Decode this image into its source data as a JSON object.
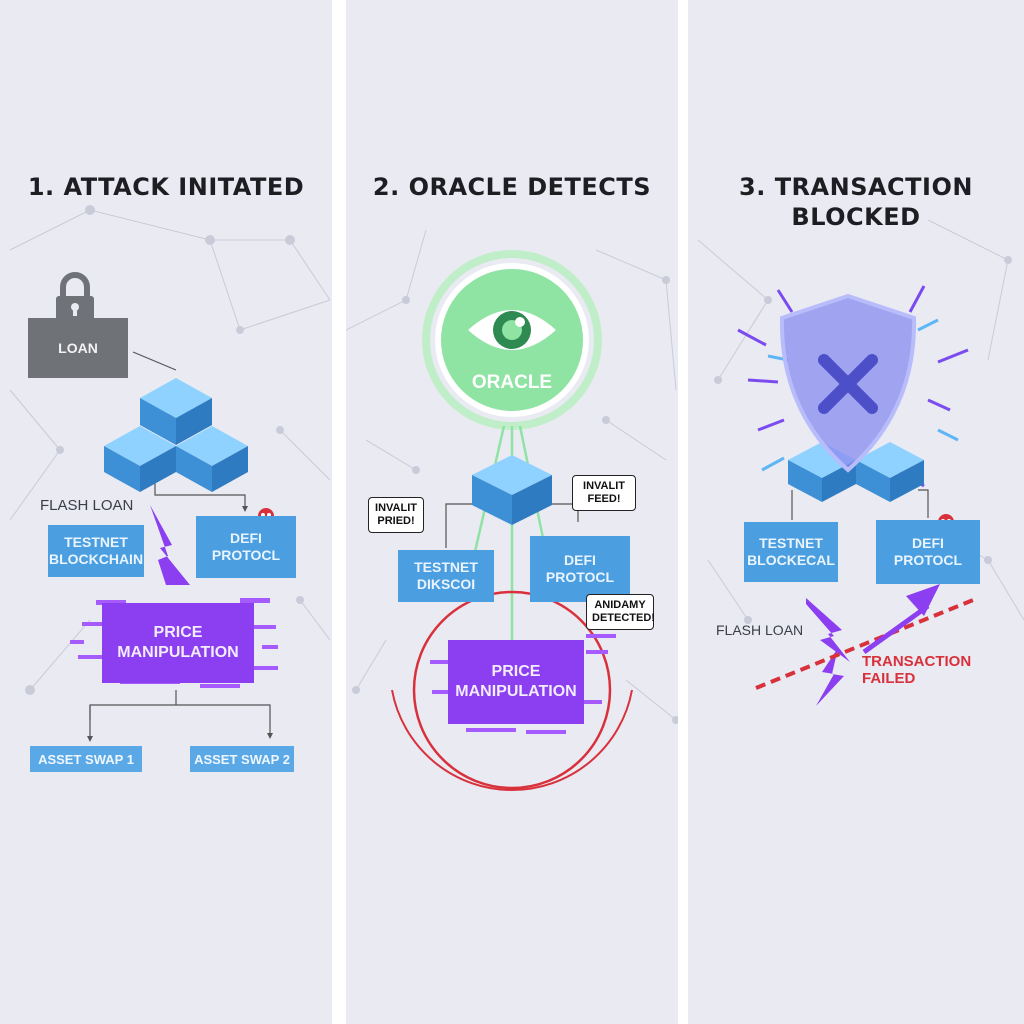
{
  "panels": [
    {
      "title": "1. ATTACK INITATED",
      "loan_label": "LOAN",
      "flash_loan_label": "FLASH LOAN",
      "testnet_label": "TESTNET BLOCKCHAIN",
      "defi_label": "DEFI PROTOCL",
      "price_label": "PRICE MANIPULATION",
      "swap1_label": "ASSET SWAP 1",
      "swap2_label": "ASSET SWAP 2"
    },
    {
      "title": "2. ORACLE DETECTS",
      "oracle_label": "ORACLE",
      "bubble_left": "INVALIT PRIED!",
      "bubble_right": "INVALIT FEED!",
      "bubble_anomaly": "ANIDAMY DETECTED!",
      "testnet_label": "TESTNET DIKSCOI",
      "defi_label": "DEFI PROTOCL",
      "price_label": "PRICE MANIPULATION"
    },
    {
      "title_line1": "3. TRANSACTION",
      "title_line2": "BLOCKED",
      "testnet_label": "TESTNET BLOCKECAL",
      "defi_label": "DEFI PROTOCL",
      "flash_loan_label": "FLASH LOAN",
      "fail_label": "TRANSACTION FAILED"
    }
  ],
  "icons": {
    "lock": "padlock-icon",
    "skull": "skull-crossbones-icon",
    "eye": "eye-icon",
    "shield": "shield-x-icon",
    "lightning": "lightning-bolt-icon"
  },
  "colors": {
    "panel_bg": "#e9eaf2",
    "cube_blue": "#4b9fe0",
    "glitch_purple": "#8b3ff0",
    "oracle_green": "#8fe3a3",
    "alert_red": "#d9313b",
    "loan_gray": "#6f7277"
  }
}
